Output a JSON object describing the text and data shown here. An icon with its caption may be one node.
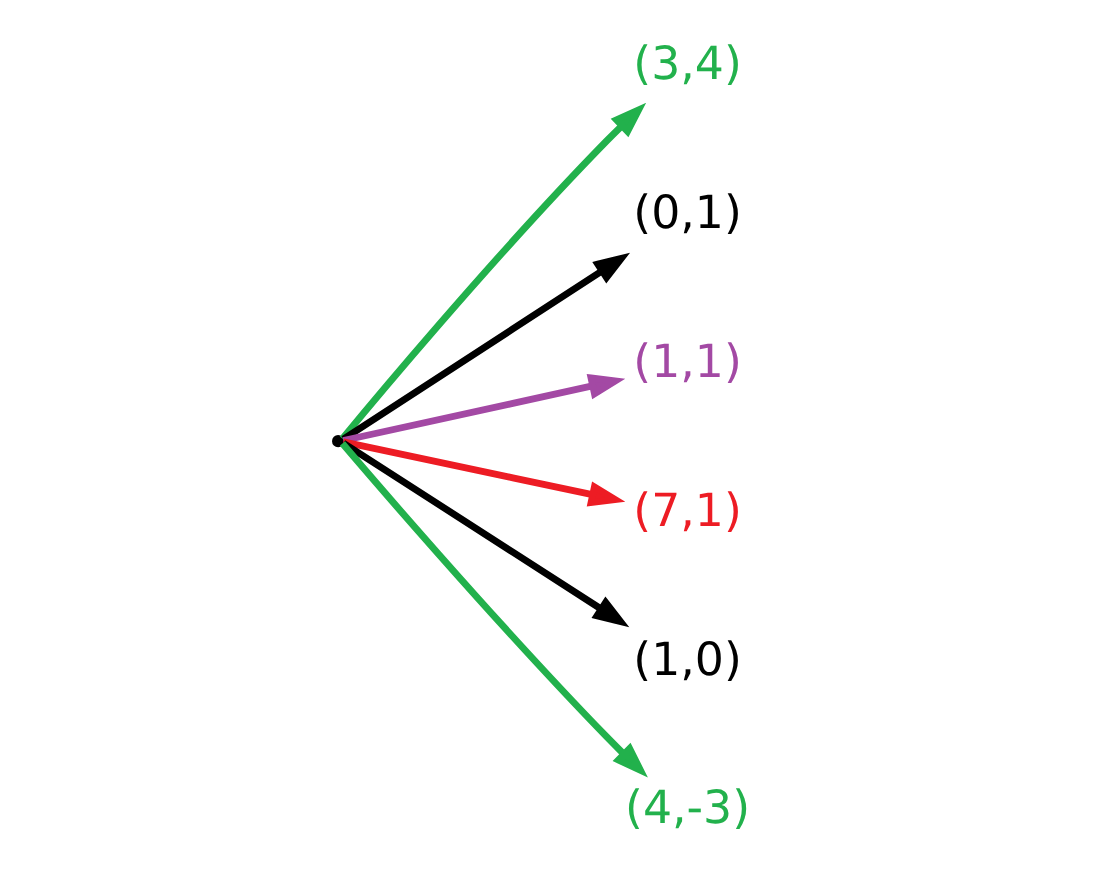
{
  "diagram": {
    "nodes": [
      {
        "text": [],
        "shape": "point"
      },
      {
        "text": [
          "(3,4)"
        ]
      },
      {
        "text": [
          "(0,1)"
        ]
      },
      {
        "text": [
          "(1,1)"
        ]
      },
      {
        "text": [
          "(7,1)"
        ]
      },
      {
        "text": [
          "(1,0)"
        ]
      },
      {
        "text": [
          "(4,-3)"
        ]
      }
    ],
    "edges": [
      {
        "from": 0,
        "to": 1,
        "arrow": "to",
        "color": "#22b14c"
      },
      {
        "from": 0,
        "to": 2,
        "arrow": "to",
        "color": "#000000"
      },
      {
        "from": 0,
        "to": 3,
        "arrow": "to",
        "color": "#a349a4"
      },
      {
        "from": 0,
        "to": 4,
        "arrow": "to",
        "color": "#ed1c24"
      },
      {
        "from": 0,
        "to": 5,
        "arrow": "to",
        "color": "#000000"
      },
      {
        "from": 0,
        "to": 6,
        "arrow": "to",
        "color": "#22b14c"
      }
    ]
  }
}
